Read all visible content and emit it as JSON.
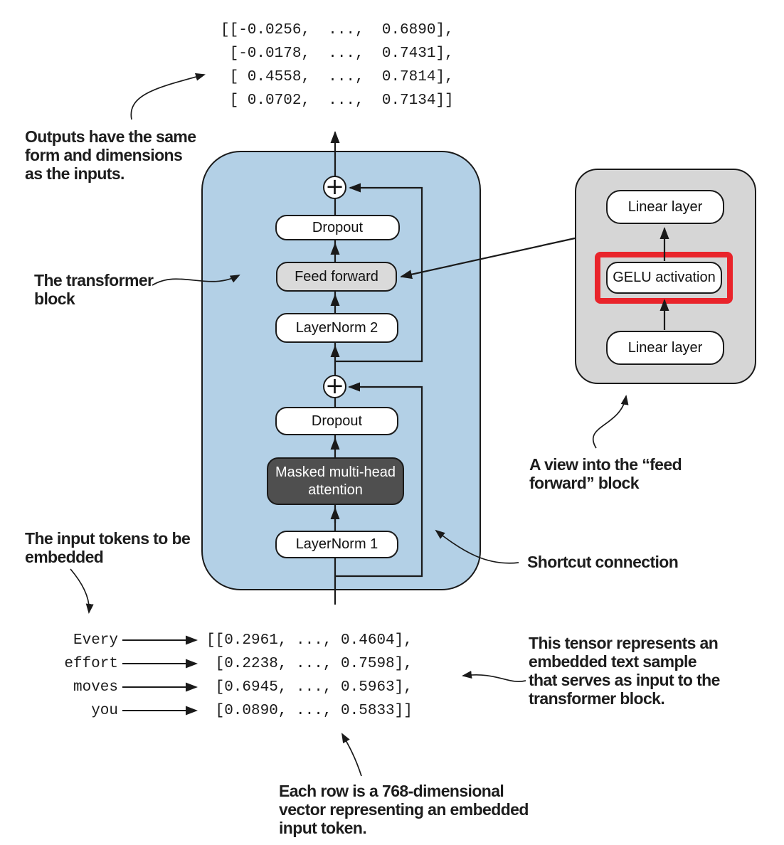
{
  "colors": {
    "transformer_block_fill": "#b3d0e6",
    "feed_forward_panel_fill": "#d6d6d6",
    "feed_forward_box_fill": "#dadada",
    "attention_box_fill": "#4f4f4f",
    "gelu_highlight_red": "#e9242b",
    "line_color": "#1a1a1a"
  },
  "output_tensor": {
    "rows": [
      "[[-0.0256,  ...,  0.6890],",
      " [-0.0178,  ...,  0.7431],",
      " [ 0.4558,  ...,  0.7814],",
      " [ 0.0702,  ...,  0.7134]]"
    ]
  },
  "input_tensor": {
    "rows": [
      "[[0.2961, ..., 0.4604],",
      " [0.2238, ..., 0.7598],",
      " [0.6945, ..., 0.5963],",
      " [0.0890, ..., 0.5833]]"
    ]
  },
  "tokens": [
    "Every",
    "effort",
    "moves",
    "you"
  ],
  "transformer_block": {
    "dropout_top": "Dropout",
    "feed_forward": "Feed forward",
    "layernorm_2": "LayerNorm 2",
    "dropout_bottom": "Dropout",
    "masked_attention": [
      "Masked multi-head",
      "attention"
    ],
    "layernorm_1": "LayerNorm 1"
  },
  "feed_forward_view": {
    "linear_top": "Linear layer",
    "gelu": "GELU activation",
    "linear_bottom": "Linear layer"
  },
  "icons": {
    "residual_add_symbol": "+"
  },
  "annotations": {
    "outputs_note": [
      "Outputs have the same",
      "form and dimensions",
      "as the inputs."
    ],
    "transformer_note": [
      "The transformer",
      "block"
    ],
    "ffview_note": [
      "A view into the  “feed",
      "forward” block"
    ],
    "shortcut_note": [
      "Shortcut connection"
    ],
    "input_tokens_note": [
      "The input tokens to be",
      "embedded"
    ],
    "tensor_note": [
      "This tensor represents an",
      "embedded text sample",
      "that serves as input to the",
      "transformer block."
    ],
    "row_note": [
      "Each row is a 768-dimensional",
      "vector representing an embedded",
      "input token."
    ]
  }
}
